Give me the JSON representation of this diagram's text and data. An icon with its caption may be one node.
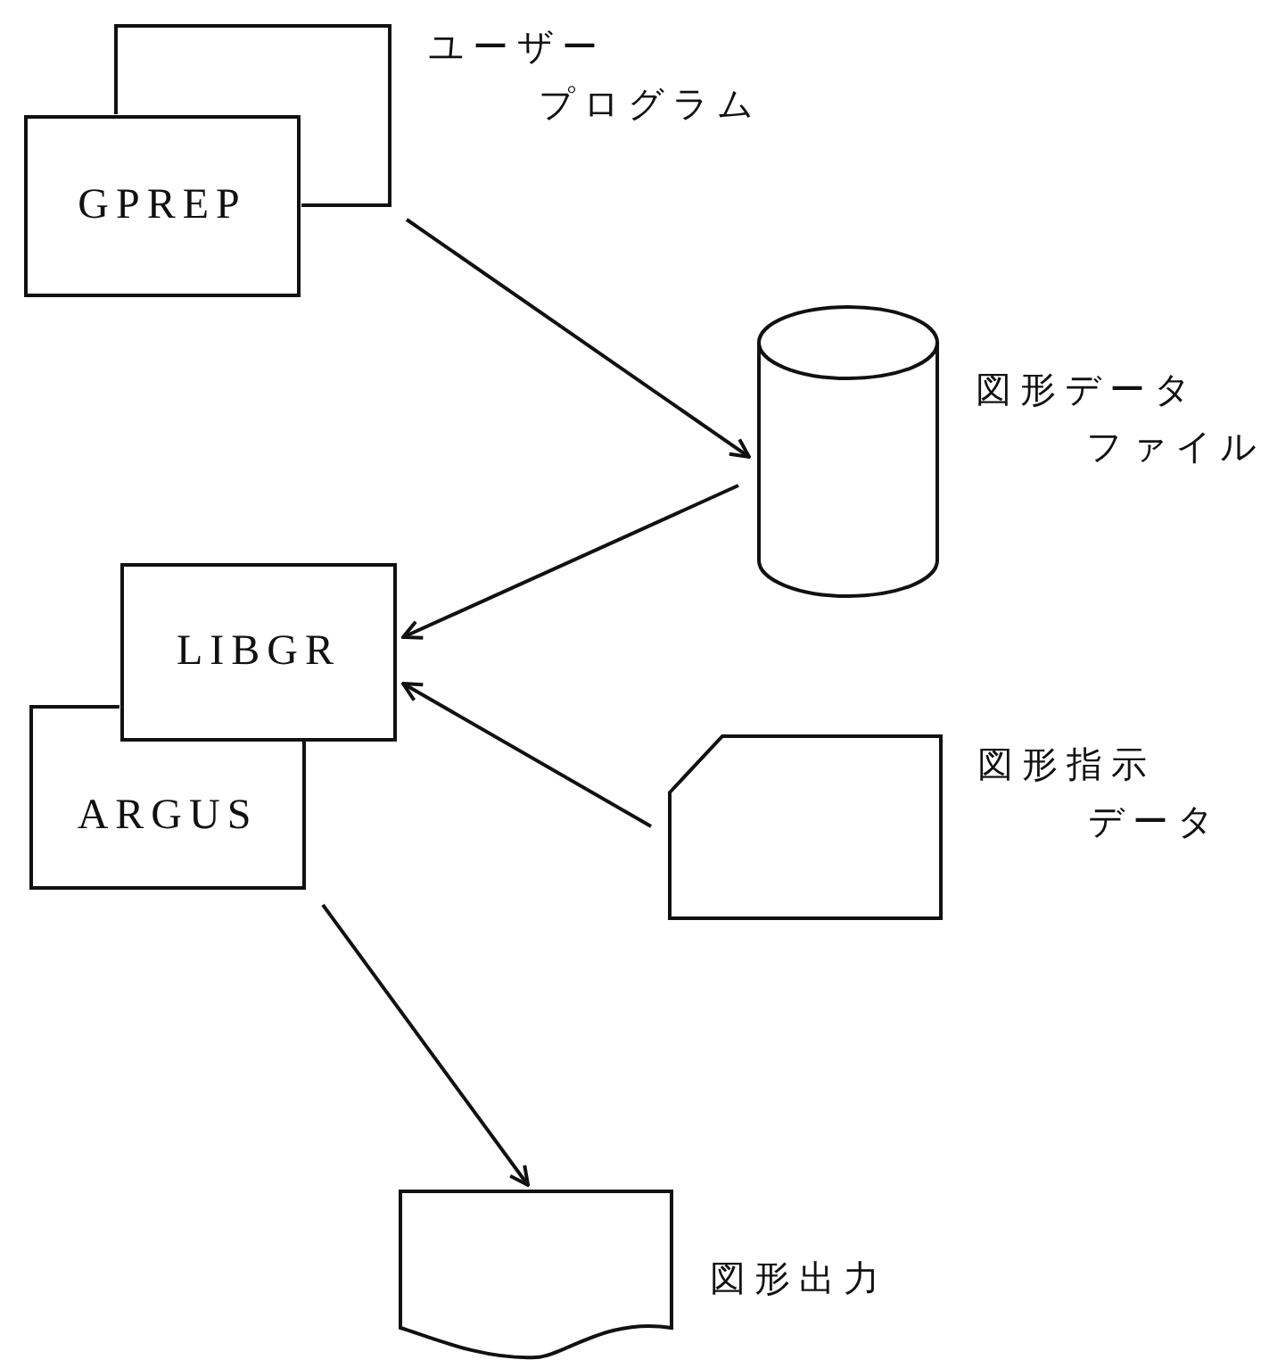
{
  "diagram": {
    "nodes": [
      {
        "text": [
          "GPREP"
        ],
        "beside": [
          "ユーザープログラム"
        ]
      },
      {
        "text": [],
        "shape": "cylinder",
        "beside": [
          "図形データファイル"
        ]
      },
      {
        "text": [
          "LIBGR",
          "ARGUS"
        ]
      },
      {
        "text": [],
        "shape": "card",
        "beside": [
          "図形指示データ"
        ]
      },
      {
        "text": [],
        "shape": "document",
        "beside": [
          "図形出力"
        ]
      }
    ],
    "edges": [
      {
        "from": 0,
        "to": 1,
        "arrow": "to"
      },
      {
        "from": 1,
        "to": 2,
        "arrow": "to"
      },
      {
        "from": 3,
        "to": 2,
        "arrow": "to"
      },
      {
        "from": 2,
        "to": 4,
        "arrow": "to"
      }
    ]
  }
}
